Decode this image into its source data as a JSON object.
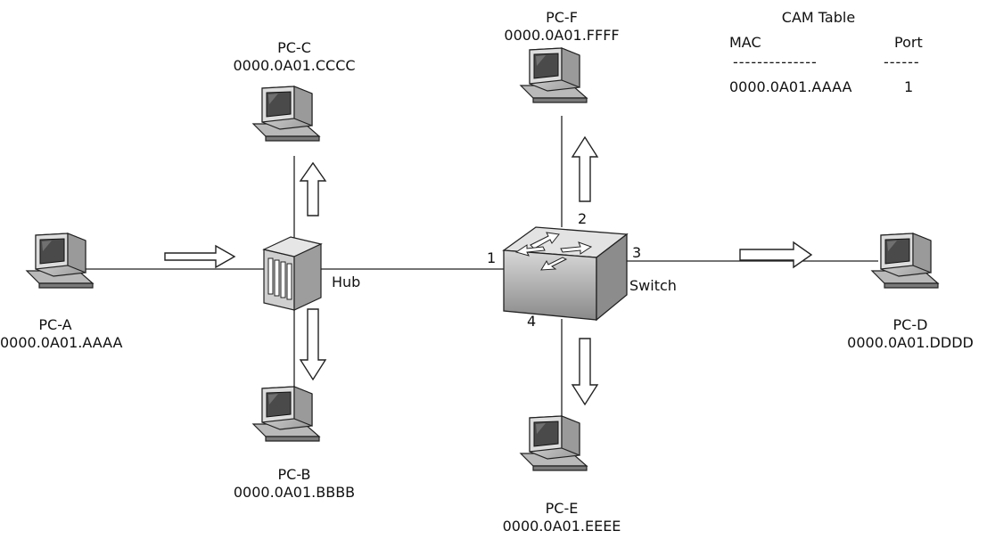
{
  "pcs": {
    "pc_a": {
      "name": "PC-A",
      "mac": "0000.0A01.AAAA"
    },
    "pc_b": {
      "name": "PC-B",
      "mac": "0000.0A01.BBBB"
    },
    "pc_c": {
      "name": "PC-C",
      "mac": "0000.0A01.CCCC"
    },
    "pc_d": {
      "name": "PC-D",
      "mac": "0000.0A01.DDDD"
    },
    "pc_e": {
      "name": "PC-E",
      "mac": "0000.0A01.EEEE"
    },
    "pc_f": {
      "name": "PC-F",
      "mac": "0000.0A01.FFFF"
    }
  },
  "hub": {
    "label": "Hub"
  },
  "switch": {
    "label": "Switch",
    "ports": {
      "p1": "1",
      "p2": "2",
      "p3": "3",
      "p4": "4"
    }
  },
  "cam_table": {
    "title": "CAM Table",
    "col_mac": "MAC",
    "col_port": "Port",
    "sep_mac": "--------------",
    "sep_port": "------",
    "rows": [
      {
        "mac": "0000.0A01.AAAA",
        "port": "1"
      }
    ]
  },
  "colors": {
    "line": "#222222",
    "device_fill": "#c8c8c8",
    "screen_fill": "#555555"
  }
}
